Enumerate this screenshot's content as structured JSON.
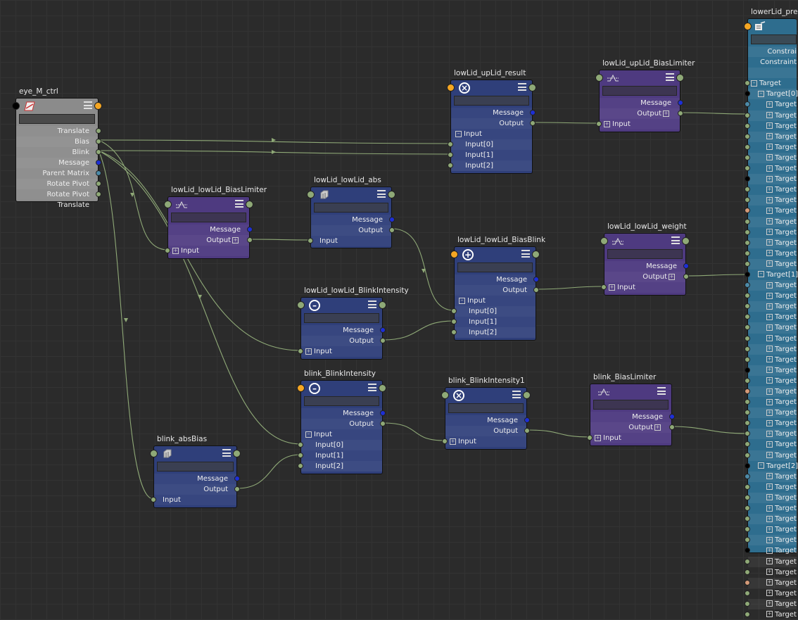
{
  "colors": {
    "background": "#2b2b2b",
    "blue_node": "#2f3f7a",
    "purple_node": "#4e3a80",
    "gray_node": "#8b8b8b",
    "teal_node": "#2e6d8e",
    "wire": "#8fa977"
  },
  "nodes": {
    "eye_M_ctrl": {
      "title": "eye_M_ctrl",
      "icon": "parallelogram-icon",
      "attrs": [
        "Translate",
        "Bias",
        "Blink",
        "Message",
        "Parent Matrix",
        "Rotate Pivot",
        "Rotate Pivot Translate"
      ]
    },
    "lowLid_upLid_result": {
      "title": "lowLid_upLid_result",
      "icon": "multiply-icon",
      "message": "Message",
      "output": "Output",
      "input": "Input",
      "inputs": [
        "Input[0]",
        "Input[1]",
        "Input[2]"
      ]
    },
    "lowLid_upLid_BiasLimiter": {
      "title": "lowLid_upLid_BiasLimiter",
      "icon": "limiter-icon",
      "message": "Message",
      "output": "Output",
      "input": "Input"
    },
    "lowLid_lowLid_BiasLimiter": {
      "title": "lowLid_lowLid_BiasLimiter",
      "icon": "limiter-icon",
      "message": "Message",
      "output": "Output",
      "input": "Input"
    },
    "lowLid_lowLid_abs": {
      "title": "lowLid_lowLid_abs",
      "icon": "abs-icon",
      "message": "Message",
      "output": "Output",
      "input": "Input"
    },
    "lowLid_lowLid_BiasBlink": {
      "title": "lowLid_lowLid_BiasBlink",
      "icon": "plus-icon",
      "message": "Message",
      "output": "Output",
      "input": "Input",
      "inputs": [
        "Input[0]",
        "Input[1]",
        "Input[2]"
      ]
    },
    "lowLid_lowLid_weight": {
      "title": "lowLid_lowLid_weight",
      "icon": "limiter-icon",
      "message": "Message",
      "output": "Output",
      "input": "Input"
    },
    "lowLid_lowLid_BlinkIntensity": {
      "title": "lowLid_lowLid_BlinkIntensity",
      "icon": "minus-icon",
      "message": "Message",
      "output": "Output",
      "input": "Input"
    },
    "blink_BlinkIntensity": {
      "title": "blink_BlinkIntensity",
      "icon": "minus-icon",
      "message": "Message",
      "output": "Output",
      "input": "Input",
      "inputs": [
        "Input[0]",
        "Input[1]",
        "Input[2]"
      ]
    },
    "blink_BlinkIntensity1": {
      "title": "blink_BlinkIntensity1",
      "icon": "multiply-icon",
      "message": "Message",
      "output": "Output",
      "input": "Input"
    },
    "blink_BiasLimiter": {
      "title": "blink_BiasLimiter",
      "icon": "limiter-icon",
      "message": "Message",
      "output": "Output",
      "input": "Input"
    },
    "blink_absBias": {
      "title": "blink_absBias",
      "icon": "abs-icon",
      "message": "Message",
      "output": "Output",
      "input": "Input"
    }
  },
  "constraint_panel": {
    "title": "lowerLid_pre",
    "rows": [
      "Constrai",
      "Constraint",
      "",
      "Target",
      "Target[0]",
      "Target",
      "Target",
      "Target",
      "Target",
      "Target",
      "Target",
      "Target",
      "Target",
      "Target",
      "Target",
      "Target",
      "Target",
      "Target",
      "Target",
      "Target",
      "Target",
      "Target[1]",
      "Target",
      "Target",
      "Target",
      "Target",
      "Target",
      "Target",
      "Target",
      "Target",
      "Target",
      "Target",
      "Target",
      "Target",
      "Target",
      "Target",
      "Target",
      "Target",
      "Target",
      "Target[2]",
      "Target",
      "Target",
      "Target",
      "Target",
      "Target",
      "Target",
      "Target",
      "Target",
      "Target",
      "Target",
      "Target",
      "Target",
      "Target",
      "Target"
    ]
  }
}
